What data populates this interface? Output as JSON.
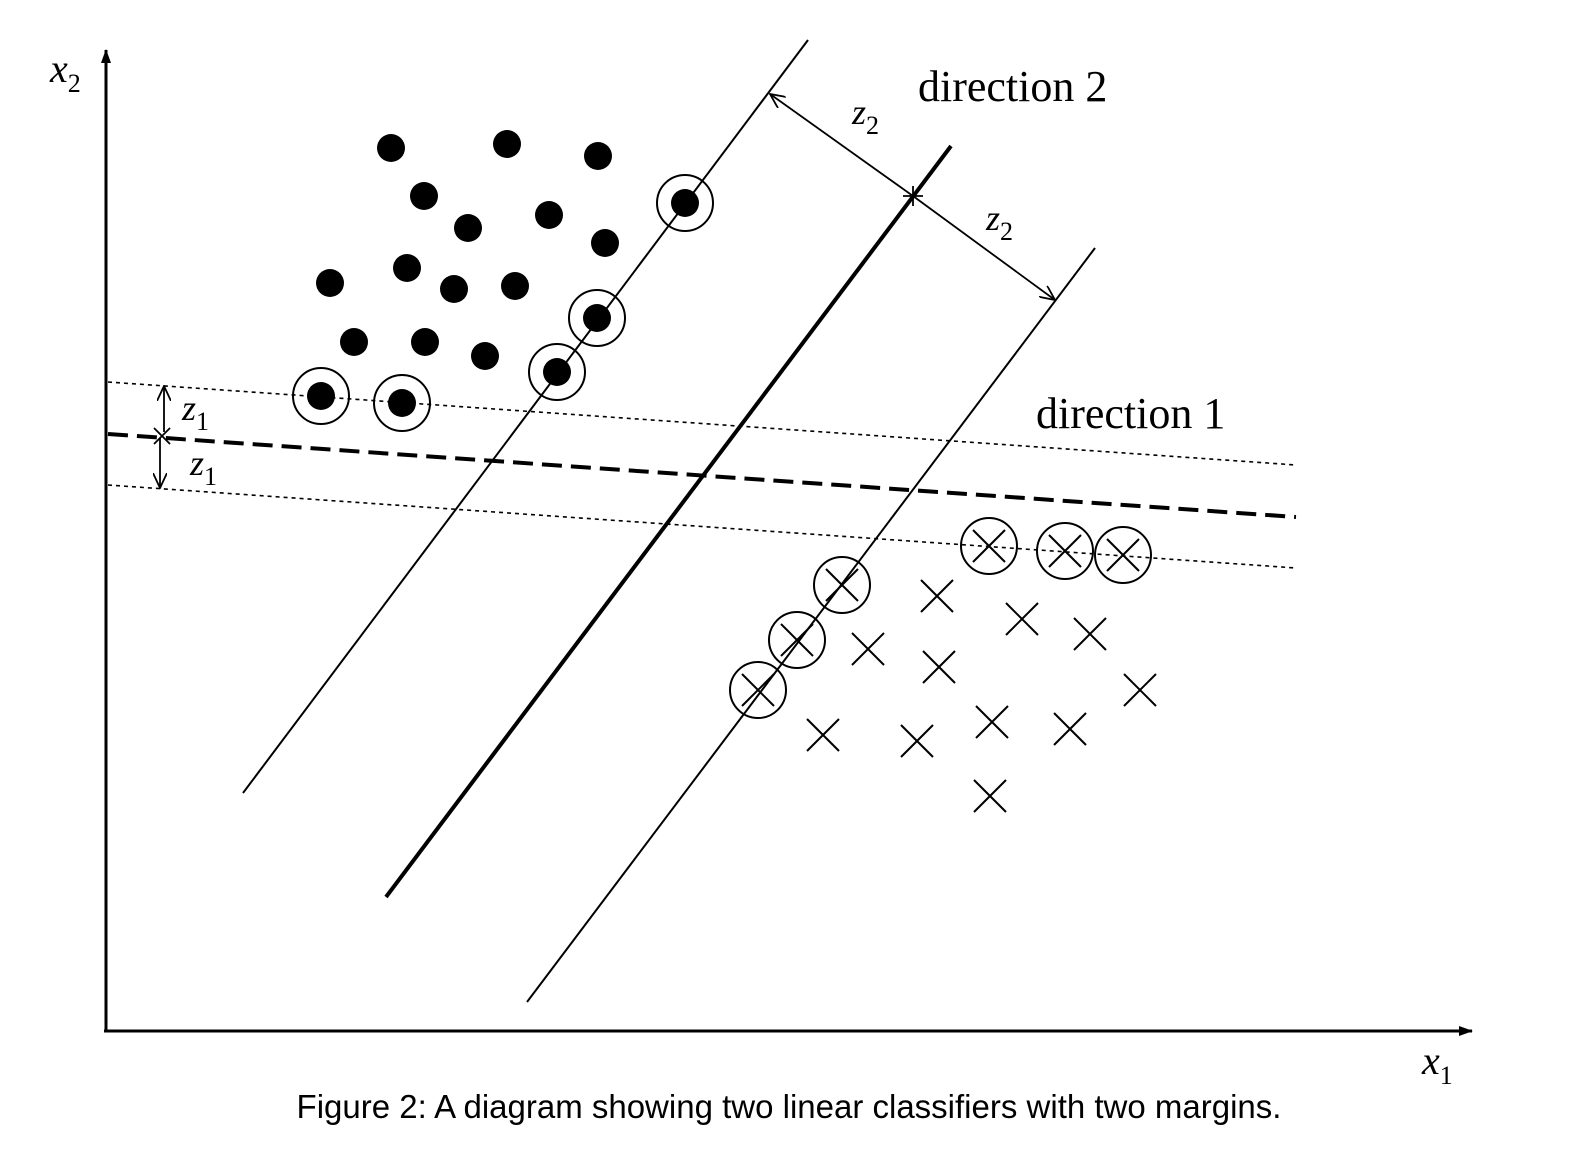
{
  "figure": {
    "x_axis_symbol": "x",
    "x_axis_subscript": "1",
    "y_axis_symbol": "x",
    "y_axis_subscript": "2",
    "direction_2_label": "direction 2",
    "direction_1_label": "direction 1",
    "margin_2_symbol": "z",
    "margin_2_subscript": "2",
    "margin_1_symbol": "z",
    "margin_1_subscript": "1"
  },
  "caption": "Figure 2: A diagram showing two linear classifiers with two margins."
}
